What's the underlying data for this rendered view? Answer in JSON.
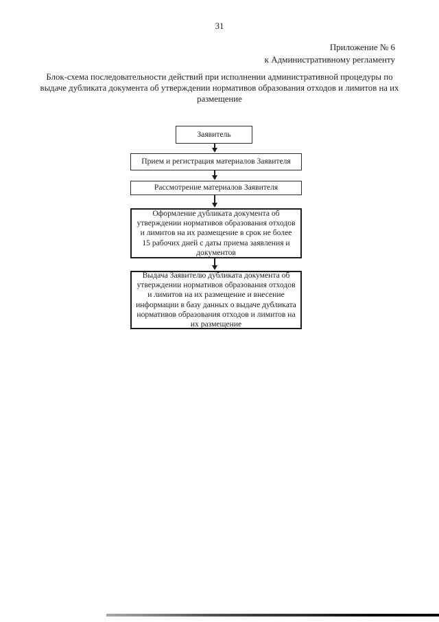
{
  "page": {
    "number": "31"
  },
  "appendix": {
    "line1": "Приложение № 6",
    "line2": "к Административному регламенту"
  },
  "title": "Блок-схема последовательности действий при исполнении административной процедуры по выдаче дубликата документа об утверждении нормативов образования отходов и лимитов на их размещение",
  "flowchart": {
    "direction": "top-down",
    "connector": "arrow-down",
    "nodes": [
      {
        "id": "applicant",
        "label": "Заявитель"
      },
      {
        "id": "reception",
        "label": "Прием и регистрация материалов Заявителя"
      },
      {
        "id": "review",
        "label": "Рассмотрение материалов Заявителя"
      },
      {
        "id": "processing",
        "label": "Оформление дубликата документа об утверждении нормативов образования отходов и лимитов на их размещение в срок не более 15 рабочих дней с даты приема заявления и документов"
      },
      {
        "id": "issuance",
        "label": "Выдача Заявителю дубликата документа об утверждении нормативов образования отходов и лимитов на их размещение и внесение информации в базу данных о выдаче дубликата нормативов образования отходов и лимитов на их размещение"
      }
    ]
  },
  "colors": {
    "page_bg": "#ffffff",
    "ink": "#1d1d1d",
    "box_border": "#2a2a2a"
  }
}
